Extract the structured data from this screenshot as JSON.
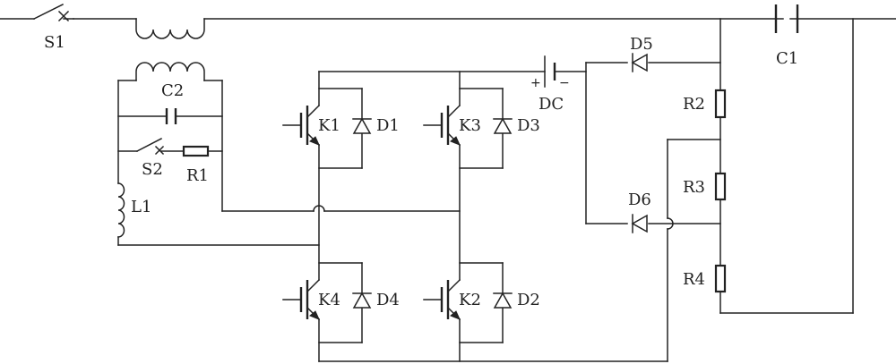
{
  "labels": {
    "s1": "S1",
    "s2": "S2",
    "c1": "C1",
    "c2": "C2",
    "r1": "R1",
    "r2": "R2",
    "r3": "R3",
    "r4": "R4",
    "l1": "L1",
    "k1": "K1",
    "k2": "K2",
    "k3": "K3",
    "k4": "K4",
    "d1": "D1",
    "d2": "D2",
    "d3": "D3",
    "d4": "D4",
    "d5": "D5",
    "d6": "D6",
    "dc": "DC",
    "dc_plus": "+",
    "dc_minus": "−"
  },
  "colors": {
    "wire": "#222222",
    "background": "#ffffff"
  }
}
